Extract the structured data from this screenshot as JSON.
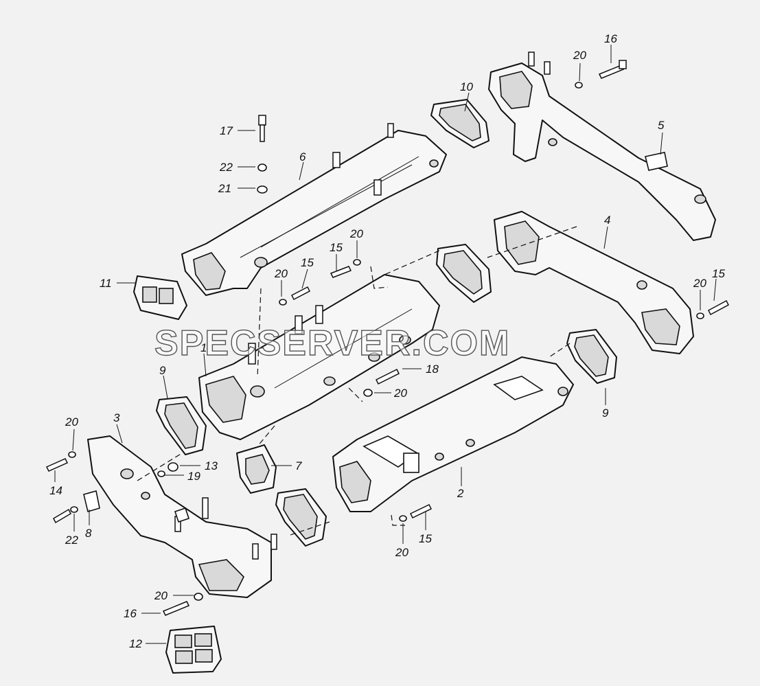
{
  "watermark": "SPECSERVER.COM",
  "labels": {
    "l1": "1",
    "l2": "2",
    "l3": "3",
    "l4": "4",
    "l5": "5",
    "l6": "6",
    "l7": "7",
    "l8": "8",
    "l9a": "9",
    "l9b": "9",
    "l10": "10",
    "l11": "11",
    "l12": "12",
    "l13": "13",
    "l14": "14",
    "l15a": "15",
    "l15b": "15",
    "l15c": "15",
    "l15d": "15",
    "l16a": "16",
    "l16b": "16",
    "l17": "17",
    "l18": "18",
    "l19": "19",
    "l20a": "20",
    "l20b": "20",
    "l20c": "20",
    "l20d": "20",
    "l20e": "20",
    "l20f": "20",
    "l20g": "20",
    "l20h": "20",
    "l21": "21",
    "l22a": "22",
    "l22b": "22"
  }
}
